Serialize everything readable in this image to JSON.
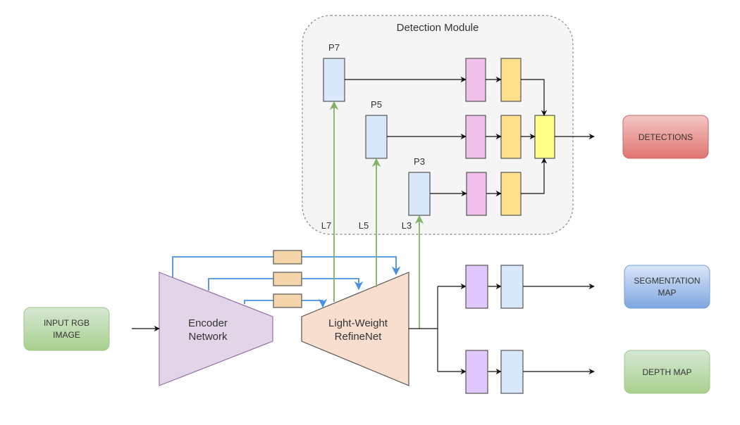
{
  "detection_module": {
    "title": "Detection Module",
    "pyramid_levels": [
      "P7",
      "P5",
      "P3"
    ],
    "lateral_labels": [
      "L7",
      "L5",
      "L3"
    ]
  },
  "input": {
    "line1": "INPUT RGB",
    "line2": "IMAGE"
  },
  "encoder": {
    "line1": "Encoder",
    "line2": "Network"
  },
  "decoder": {
    "line1": "Light-Weight",
    "line2": "RefineNet"
  },
  "outputs": {
    "detections": "DETECTIONS",
    "segmentation_line1": "SEGMENTATION",
    "segmentation_line2": "MAP",
    "depth": "DEPTH MAP"
  },
  "colors": {
    "module_bg": "#f5f5f5",
    "feature_blue": "#dae8fc",
    "head_pink": "#f0c0eb",
    "head_orange": "#fce08c",
    "merge_yellow": "#ffff88",
    "skip_tan": "#f5d6aa",
    "encoder_purple": "#e1d5e7",
    "decoder_peach": "#f7decf",
    "task_lavender": "#e0c8ff",
    "skip_line": "#4a90e2",
    "lateral_line": "#82b366",
    "detections_top": "#f3c6c4",
    "detections_bottom": "#e07570",
    "seg_top": "#dbe6f8",
    "seg_bottom": "#7ea6e0",
    "green_top": "#d5e8d4",
    "green_bottom": "#a8d08d"
  }
}
